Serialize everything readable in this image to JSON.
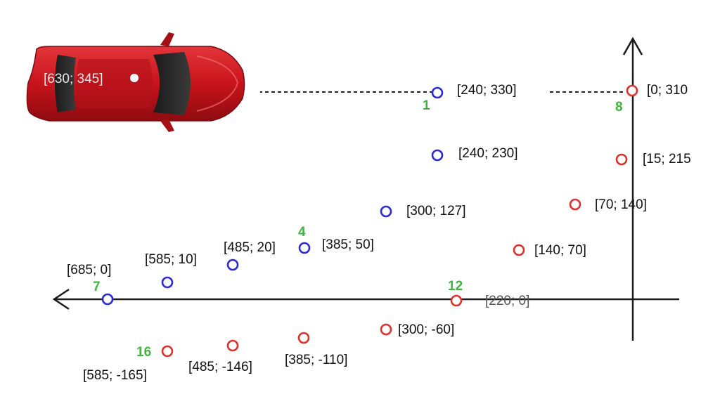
{
  "car": {
    "label": "[630; 345]",
    "body_color": "#c8141c"
  },
  "colors": {
    "blue_point": "#2a2ad6",
    "red_point": "#e0302a",
    "number_label": "#3fb53f",
    "axis": "#1a1a1a"
  },
  "points": [
    {
      "id": "b1",
      "label": "[240; 330]",
      "color": "blue",
      "number": "1"
    },
    {
      "id": "b2",
      "label": "[240; 230]",
      "color": "blue",
      "number": ""
    },
    {
      "id": "b3",
      "label": "[300; 127]",
      "color": "blue",
      "number": ""
    },
    {
      "id": "b4",
      "label": "[385; 50]",
      "color": "blue",
      "number": "4"
    },
    {
      "id": "b5",
      "label": "[485; 20]",
      "color": "blue",
      "number": ""
    },
    {
      "id": "b6",
      "label": "[585; 10]",
      "color": "blue",
      "number": ""
    },
    {
      "id": "b7",
      "label": "[685; 0]",
      "color": "blue",
      "number": "7"
    },
    {
      "id": "r8",
      "label": "[0; 310",
      "color": "red",
      "number": "8"
    },
    {
      "id": "r9",
      "label": "[15; 215",
      "color": "red",
      "number": ""
    },
    {
      "id": "r10",
      "label": "[70; 140]",
      "color": "red",
      "number": ""
    },
    {
      "id": "r11",
      "label": "[140; 70]",
      "color": "red",
      "number": ""
    },
    {
      "id": "r12",
      "label": "[220; 0]",
      "color": "red",
      "number": "12"
    },
    {
      "id": "r13",
      "label": "[300; -60]",
      "color": "red",
      "number": ""
    },
    {
      "id": "r14",
      "label": "[385; -110]",
      "color": "red",
      "number": ""
    },
    {
      "id": "r15",
      "label": "[485; -146]",
      "color": "red",
      "number": ""
    },
    {
      "id": "r16",
      "label": "[585; -165]",
      "color": "red",
      "number": "16"
    }
  ]
}
